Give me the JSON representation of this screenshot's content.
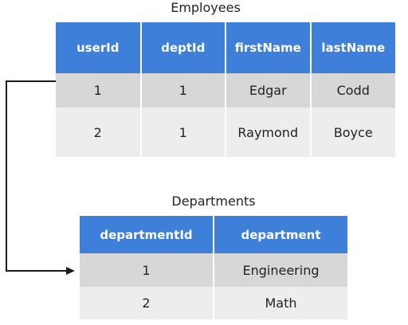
{
  "employees": {
    "caption": "Employees",
    "columns": [
      "userId",
      "deptId",
      "firstName",
      "lastName"
    ],
    "rows": [
      [
        "1",
        "1",
        "Edgar",
        "Codd"
      ],
      [
        "2",
        "1",
        "Raymond",
        "Boyce"
      ]
    ]
  },
  "departments": {
    "caption": "Departments",
    "columns": [
      "departmentId",
      "department"
    ],
    "rows": [
      [
        "1",
        "Engineering"
      ],
      [
        "2",
        "Math"
      ]
    ]
  },
  "colors": {
    "header_bg": "#3d7fd9",
    "header_text": "#ffffff",
    "row_dark": "#d7d7d7",
    "row_light": "#ededed",
    "arrow": "#1a1a1a"
  }
}
